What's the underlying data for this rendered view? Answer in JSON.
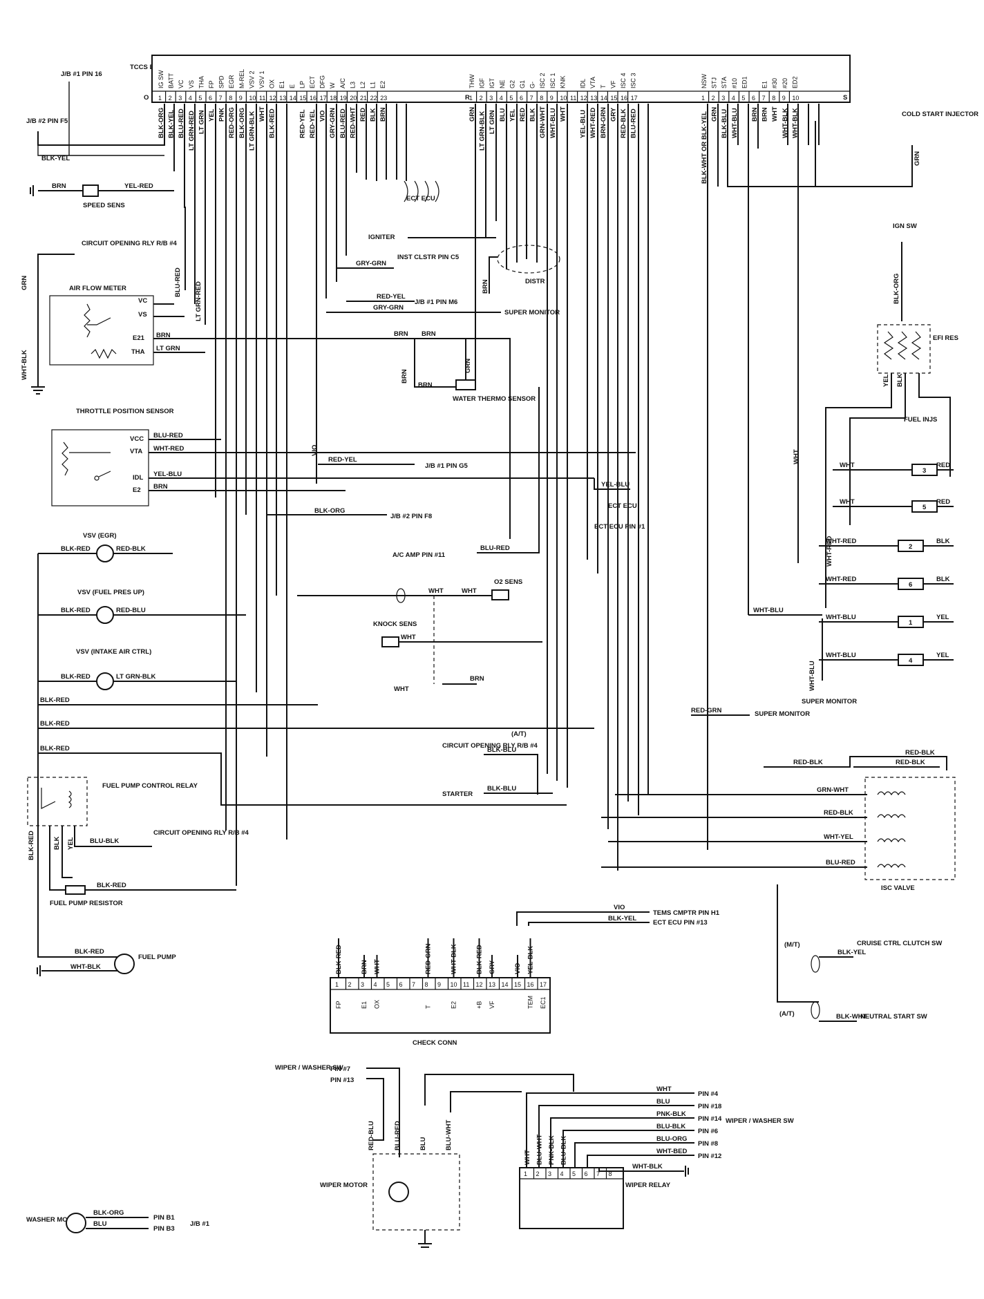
{
  "ecu": {
    "name": "TCCS ECU",
    "groupA": {
      "marker": "O",
      "names": [
        "IG SW",
        "BATT",
        "VC",
        "VS",
        "THA",
        "FP",
        "SPD",
        "EGR",
        "M-REL",
        "VSV 2",
        "VSV 1",
        "OX",
        "E1",
        "E",
        "LP",
        "ECT",
        "DFG",
        "W",
        "A/C",
        "L3",
        "L2",
        "L1",
        "E2"
      ],
      "wires": [
        "BLK-ORG",
        "BLK-YEL",
        "BLU-RED",
        "LT GRN-RED",
        "LT GRN",
        "YEL",
        "PNK",
        "RED-ORG",
        "BLK-ORG",
        "LT GRN-BLK",
        "WHT",
        "BLK-RED",
        "",
        "",
        "RED-YEL",
        "RED-YEL",
        "VIO",
        "GRY-GRN",
        "BLU-RED",
        "RED-WHT",
        "RED",
        "BLK",
        "BRN"
      ]
    },
    "groupB": {
      "marker": "R",
      "names": [
        "THW",
        "IGF",
        "IGT",
        "NE",
        "G2",
        "G1",
        "G-",
        "ISC 2",
        "ISC 1",
        "KNK",
        "",
        "IDL",
        "VTA",
        "T",
        "VF",
        "ISC 4",
        "ISC 3"
      ],
      "wires": [
        "GRN",
        "LT GRN-BLK",
        "LT GRN",
        "BLU",
        "YEL",
        "RED",
        "BLK",
        "GRN-WHT",
        "WHT-BLU",
        "WHT",
        "",
        "YEL-BLU",
        "WHT-RED",
        "BRN-GRN",
        "GRY",
        "RED-BLK",
        "BLU-RED"
      ]
    },
    "groupC": {
      "marker": "S",
      "names": [
        "NSW",
        "STJ",
        "STA",
        "#10",
        "ED1",
        "",
        "E1",
        "#30",
        "#20",
        "ED2"
      ],
      "wires": [
        "BLK-WHT OR BLK-YEL",
        "GRN",
        "BLK-BLU",
        "WHT-BLU",
        "",
        "BRN",
        "BRN",
        "WHT",
        "WHT-BLK",
        "WHT-BLK"
      ]
    }
  },
  "labels": {
    "jb1_pin16": "J/B #1 PIN 16",
    "jb2_pinf5": "J/B #2 PIN F5",
    "blk_yel": "BLK-YEL",
    "brn": "BRN",
    "yel_red": "YEL-RED",
    "speed_sens": "SPEED SENS",
    "circuit_opening_rly_rb4": "CIRCUIT OPENING RLY R/B #4",
    "air_flow_meter": "AIR FLOW METER",
    "vc": "VC",
    "vs": "VS",
    "e21": "E21",
    "tha": "THA",
    "lt_grn": "LT GRN",
    "grn": "GRN",
    "wht_blk": "WHT-BLK",
    "blu_red": "BLU-RED",
    "lt_grn_red": "LT GRN-RED",
    "throttle_position_sensor": "THROTTLE POSITION SENSOR",
    "vcc": "VCC",
    "vta": "VTA",
    "idl": "IDL",
    "e2": "E2",
    "wht_red": "WHT-RED",
    "yel_blu": "YEL-BLU",
    "vsv_egr": "VSV (EGR)",
    "blk_red": "BLK-RED",
    "red_blk": "RED-BLK",
    "vsv_fuel": "VSV (FUEL PRES UP)",
    "red_blu": "RED-BLU",
    "vsv_intake": "VSV (INTAKE AIR CTRL)",
    "lt_grn_blk": "LT GRN-BLK",
    "fuel_pump_control_relay": "FUEL PUMP CONTROL RELAY",
    "blk": "BLK",
    "yel": "YEL",
    "blu_blk": "BLU-BLK",
    "fuel_pump_resistor": "FUEL PUMP RESISTOR",
    "fuel_pump": "FUEL PUMP",
    "ect_ecu": "ECT ECU",
    "igniter": "IGNITER",
    "inst_clstr": "INST CLSTR PIN C5",
    "gry_grn": "GRY-GRN",
    "red_yel": "RED-YEL",
    "jb1_pin_m6": "J/B #1 PIN M6",
    "super_monitor": "SUPER MONITOR",
    "distr": "DISTR",
    "water_thermo_sensor": "WATER THERMO SENSOR",
    "vio": "VIO",
    "jb1_pin_g5": "J/B #1 PIN G5",
    "ect_ecu_pin1": "ECT ECU PIN #1",
    "blk_org": "BLK-ORG",
    "jb2_pin_f8": "J/B #2 PIN F8",
    "ac_amp": "A/C AMP PIN #11",
    "wht": "WHT",
    "o2_sens": "O2 SENS",
    "knock_sens": "KNOCK SENS",
    "circuit_opening_rly_rb4_b": "CIRCUIT OPENING RLY R/B #4",
    "at": "(A/T)",
    "mt": "(M/T)",
    "blk_blu": "BLK-BLU",
    "starter": "STARTER",
    "red_grn": "RED-GRN",
    "check_conn": "CHECK CONN",
    "tems_cmptr": "TEMS CMPTR PIN H1",
    "ect_ecu_pin13": "ECT ECU PIN #13",
    "cold_start_injector": "COLD START INJECTOR",
    "ign_sw": "IGN SW",
    "efi_res": "EFI RES",
    "fuel_injs": "FUEL INJS",
    "wht_blu": "WHT-BLU",
    "isc_valve": "ISC VALVE",
    "grn_wht": "GRN-WHT",
    "wht_yel": "WHT-YEL",
    "cruise_ctrl_clutch_sw": "CRUISE CTRL CLUTCH SW",
    "blk_yel_b": "BLK-YEL",
    "neutral_start_sw": "NEUTRAL START SW",
    "blk_wht": "BLK-WHT",
    "wiper_washer_sw": "WIPER / WASHER SW",
    "pin7": "PIN #7",
    "pin13": "PIN #13",
    "red_blu_w": "RED-BLU",
    "blu_red_w": "BLU-RED",
    "blu": "BLU",
    "blu_wht": "BLU-WHT",
    "wiper_motor": "WIPER MOTOR",
    "wiper_relay": "WIPER RELAY",
    "washer_motor": "WASHER MOTOR",
    "pin_b1": "PIN B1",
    "pin_b3": "PIN B3",
    "jb1": "J/B #1",
    "pnk_blk": "PNK-BLK",
    "blu_org": "BLU-ORG",
    "wht_bed": "WHT-BED",
    "pin4": "PIN #4",
    "pin18": "PIN #18",
    "pin14": "PIN #14",
    "pin6": "PIN #6",
    "pin8": "PIN #8",
    "pin12": "PIN #12",
    "wiper_washer_sw_r": "WIPER / WASHER SW"
  },
  "check_conn": {
    "wires": [
      "BLK-RED",
      "",
      "BRN",
      "WHT",
      "",
      "",
      "",
      "RED-GRN",
      "",
      "WHT-BLK",
      "",
      "BLK-RED",
      "GRY",
      "",
      "VIO",
      "YEL-BLK"
    ],
    "pins": [
      "1",
      "2",
      "3",
      "4",
      "5",
      "6",
      "7",
      "8",
      "9",
      "10",
      "11",
      "12",
      "13",
      "14",
      "15",
      "16",
      "17"
    ],
    "names": [
      "FP",
      "",
      "E1",
      "OX",
      "",
      "",
      "",
      "T",
      "",
      "E2",
      "",
      "+B",
      "VF",
      "",
      "",
      "TEM",
      "EC1"
    ]
  },
  "injectors": [
    {
      "num": "3",
      "left": "WHT",
      "right": "RED"
    },
    {
      "num": "5",
      "left": "WHT",
      "right": "RED"
    },
    {
      "num": "2",
      "left": "WHT-RED",
      "right": "BLK"
    },
    {
      "num": "6",
      "left": "WHT-RED",
      "right": "BLK"
    },
    {
      "num": "1",
      "left": "WHT-BLU",
      "right": "YEL"
    },
    {
      "num": "4",
      "left": "WHT-BLU",
      "right": "YEL"
    }
  ],
  "wiper_relay": {
    "pins": [
      "1",
      "2",
      "3",
      "4",
      "5",
      "6",
      "7",
      "8"
    ],
    "wires": [
      "WHT",
      "BLU-WHT",
      "PNK-BLK",
      "BLU-BLK",
      "",
      "",
      "",
      ""
    ]
  }
}
